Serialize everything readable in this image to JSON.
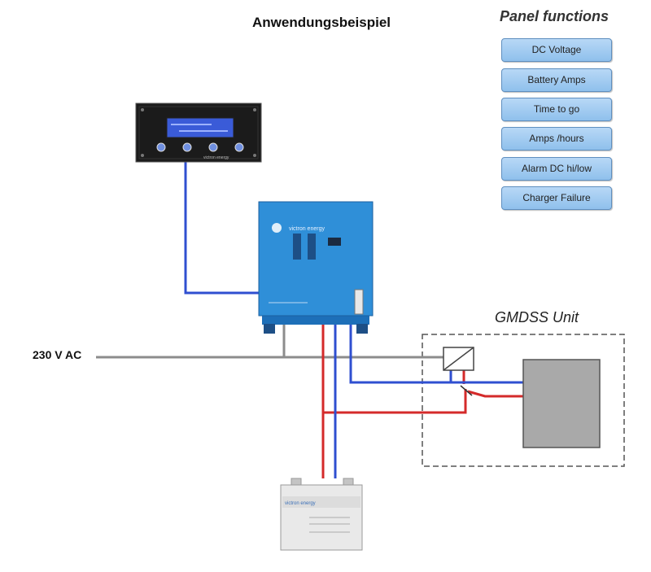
{
  "title": "Anwendungsbeispiel",
  "panel": {
    "heading": "Panel functions",
    "buttons": [
      "DC Voltage",
      "Battery Amps",
      "Time to go",
      "Amps /hours",
      "Alarm DC hi/low",
      "Charger Failure"
    ]
  },
  "labels": {
    "gmdss": "GMDSS Unit",
    "ac": "230 V AC"
  },
  "devices": {
    "panel_brand": "victron energy",
    "charger_brand": "victron energy",
    "battery_brand": "victron energy"
  },
  "colors": {
    "wire_blue": "#2f4fd0",
    "wire_red": "#d42a2a",
    "wire_grey": "#8c8c8c",
    "charger_blue": "#2f8fd8",
    "button_fill": "#a9cff2"
  }
}
